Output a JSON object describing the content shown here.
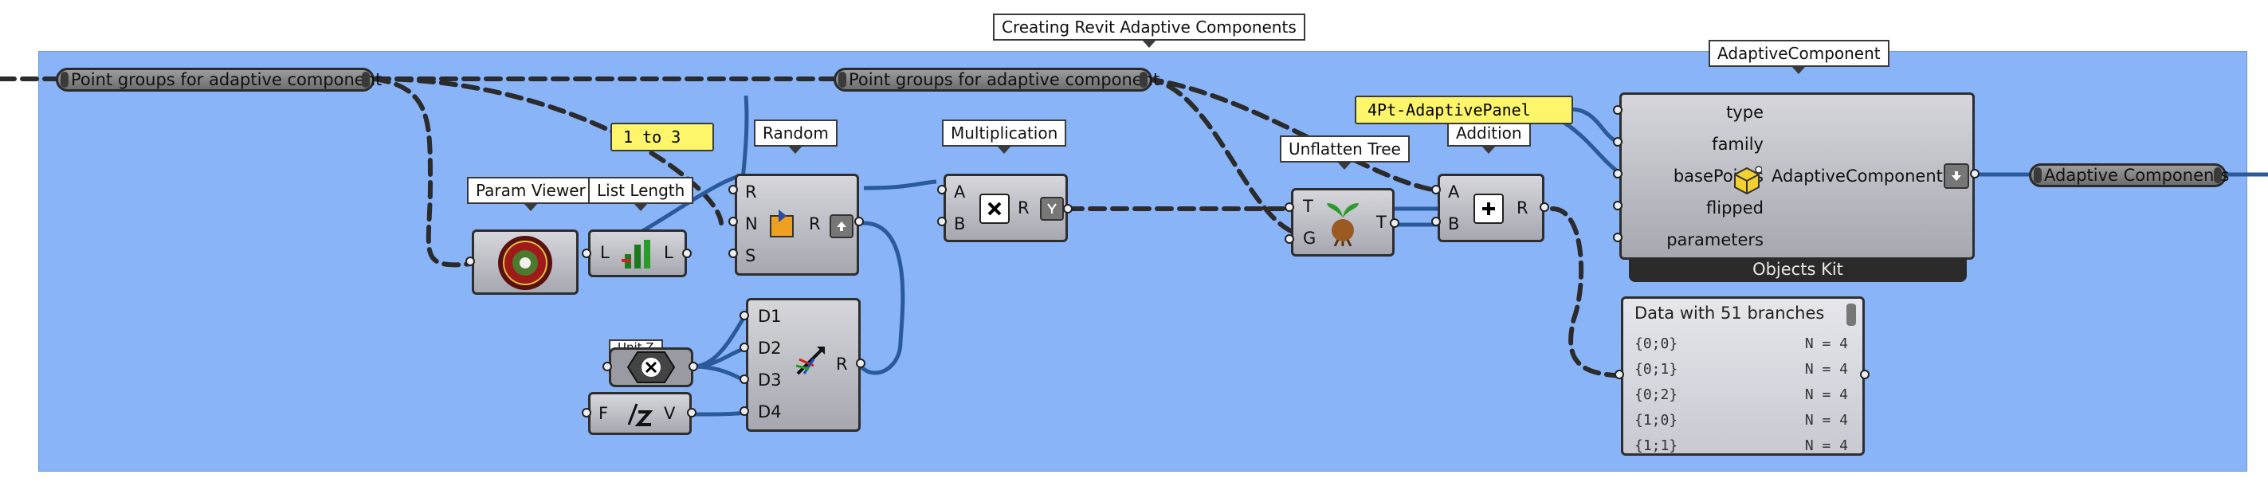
{
  "group": {
    "title": "Creating Revit Adaptive Components",
    "color": "#8ab4f8"
  },
  "relays": {
    "left": "Point groups for adaptive component",
    "middle": "Point groups for adaptive component",
    "output": "Adaptive Components"
  },
  "labels": {
    "param_viewer": "Param Viewer",
    "list_length": "List Length",
    "random": "Random",
    "multiplication": "Multiplication",
    "unflatten_tree": "Unflatten Tree",
    "addition": "Addition",
    "adaptive_component": "AdaptiveComponent",
    "unit_z": "Unit Z"
  },
  "panels": {
    "domain": "1 to 3",
    "family_type": "4Pt-AdaptivePanel"
  },
  "components": {
    "list_length": {
      "in": "L",
      "out": "L"
    },
    "random": {
      "inputs": [
        "R",
        "N",
        "S"
      ],
      "output": "R"
    },
    "multiplication": {
      "inputs": [
        "A",
        "B"
      ],
      "output": "R"
    },
    "vector_deconstruct": {
      "inputs": [
        "D1",
        "D2",
        "D3",
        "D4"
      ],
      "output": "R"
    },
    "number_slider": {
      "in": "F",
      "out": "V"
    },
    "unflatten": {
      "inputs": [
        "T",
        "G"
      ],
      "output": "T"
    },
    "addition": {
      "inputs": [
        "A",
        "B"
      ],
      "output": "R"
    },
    "adaptive": {
      "inputs": [
        "type",
        "family",
        "basePoints",
        "flipped",
        "parameters"
      ],
      "output": "AdaptiveComponent",
      "footer": "Objects Kit"
    }
  },
  "data_panel": {
    "header": "Data with 51 branches",
    "rows": [
      {
        "path": "{0;0}",
        "count": "N = 4"
      },
      {
        "path": "{0;1}",
        "count": "N = 4"
      },
      {
        "path": "{0;2}",
        "count": "N = 4"
      },
      {
        "path": "{1;0}",
        "count": "N = 4"
      },
      {
        "path": "{1;1}",
        "count": "N = 4"
      }
    ]
  },
  "icons": [
    "dial-icon",
    "list-length-icon",
    "dice-icon",
    "multiply-icon",
    "graft-icon",
    "vector-icon",
    "unit-z-icon",
    "slider-icon",
    "unflatten-icon",
    "plus-icon",
    "adaptive-cube-icon",
    "bake-arrow-icon",
    "shift-arrow-icon"
  ]
}
